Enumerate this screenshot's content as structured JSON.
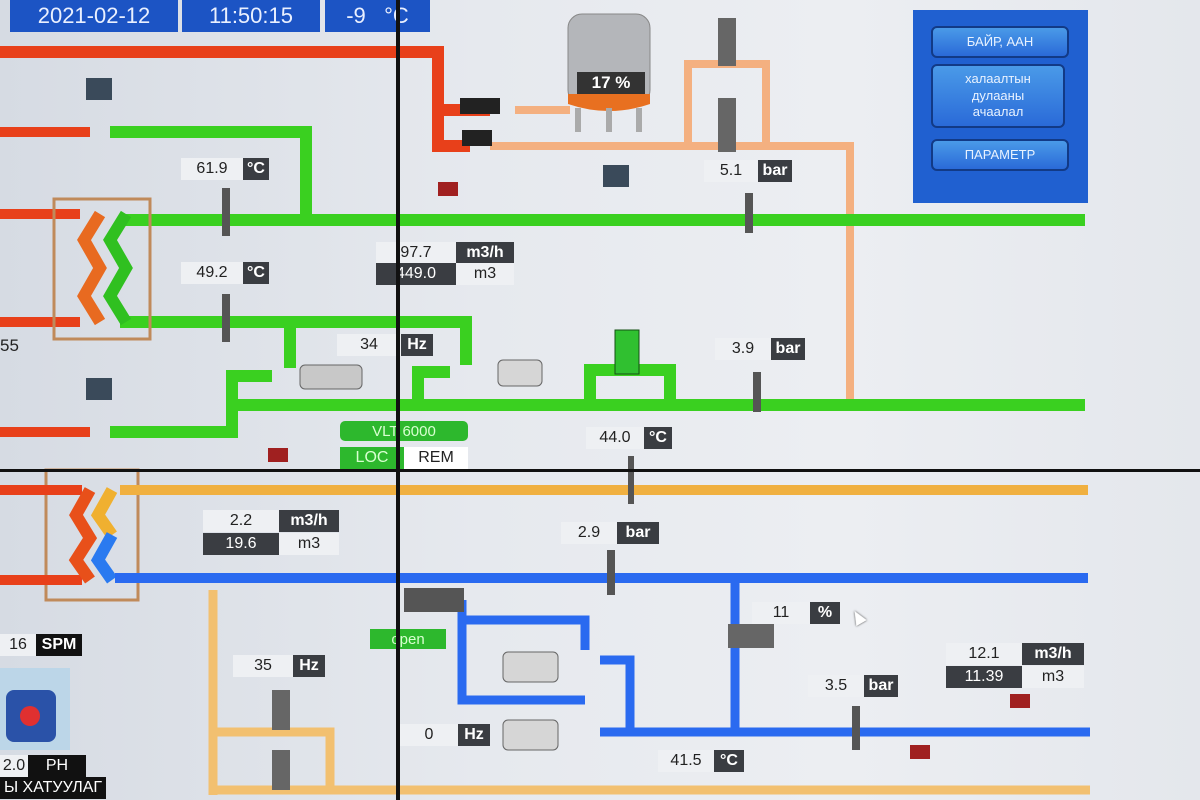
{
  "header": {
    "date": "2021-02-12",
    "time": "11:50:15",
    "outdoor_temp": "-9",
    "temp_unit": "°C"
  },
  "panel": {
    "buttons": [
      "БАЙР, ААН",
      "халаалтын дулааны ачаалал",
      "ПАРАМЕТР"
    ],
    "accent": "#2060d0"
  },
  "tank": {
    "level": "17 %",
    "level_percent": 17
  },
  "readings": {
    "t_supply": {
      "value": "61.9",
      "unit": "°C"
    },
    "t_return": {
      "value": "49.2",
      "unit": "°C"
    },
    "p_top": {
      "value": "5.1",
      "unit": "bar"
    },
    "flow_main": {
      "value": "97.7",
      "unit": "m3/h"
    },
    "vol_main": {
      "value": "449.0",
      "unit": "m3"
    },
    "pump_freq": {
      "value": "34",
      "unit": "Hz"
    },
    "p_mid": {
      "value": "3.9",
      "unit": "bar"
    },
    "t_mid": {
      "value": "44.0",
      "unit": "°C"
    },
    "flow_hw": {
      "value": "2.2",
      "unit": "m3/h"
    },
    "vol_hw": {
      "value": "19.6",
      "unit": "m3"
    },
    "p_hw": {
      "value": "2.9",
      "unit": "bar"
    },
    "valve_pos": {
      "value": "11",
      "unit": "%"
    },
    "spm": {
      "value": "16",
      "unit": "SPM"
    },
    "freq_left": {
      "value": "35",
      "unit": "Hz"
    },
    "freq_bottom": {
      "value": "0",
      "unit": "Hz"
    },
    "p_bottom": {
      "value": "3.5",
      "unit": "bar"
    },
    "flow_right": {
      "value": "12.1",
      "unit": "m3/h"
    },
    "vol_right": {
      "value": "11.39",
      "unit": "m3"
    },
    "t_bottom": {
      "value": "41.5",
      "unit": "°C"
    },
    "ph": {
      "value": "2.0",
      "unit": "PH"
    }
  },
  "left_value": "55",
  "drive": {
    "name": "VLT 6000",
    "loc": "LOC",
    "rem": "REM"
  },
  "valve_status": "open",
  "dosing_label": "Ы ХАТУУЛАГ",
  "colors": {
    "hot": "#e8401a",
    "warm": "#f0a060",
    "green": "#3ad020",
    "blue": "#2a6af0",
    "yellow": "#f0b040"
  }
}
